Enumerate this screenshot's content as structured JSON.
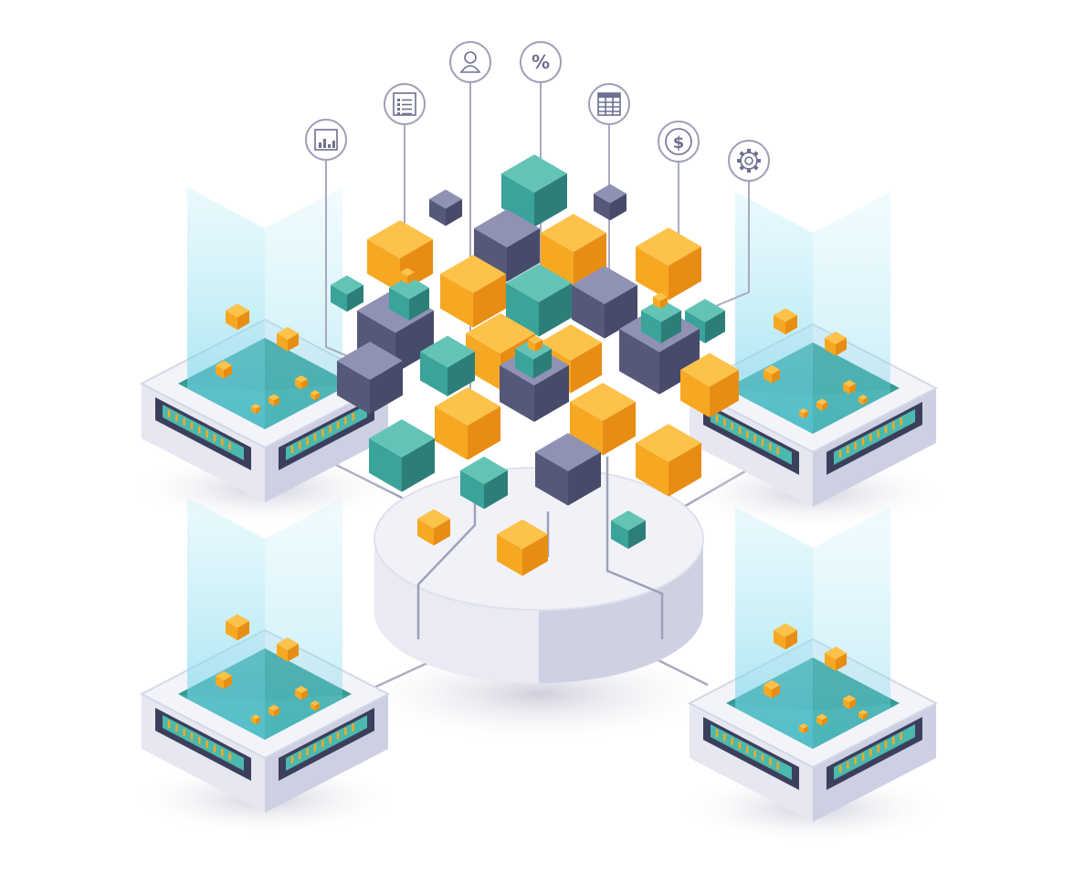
{
  "colors": {
    "background": "#ffffff",
    "teal": "#3aa39a",
    "teal_dark": "#2c7f78",
    "teal_light": "#63c4b6",
    "orange": "#f7a823",
    "orange_dark": "#e88d14",
    "orange_light": "#fcc24a",
    "slate": "#56587a",
    "slate_dark": "#474a68",
    "slate_light": "#8f92b4",
    "silver": "#e9eaf4",
    "silver_dark": "#b5b8cf",
    "glass": "#9fe3f3",
    "line": "#9ea1b8"
  },
  "icons": [
    {
      "name": "bar-chart-icon"
    },
    {
      "name": "document-list-icon"
    },
    {
      "name": "user-icon"
    },
    {
      "name": "percent-icon",
      "glyph": "%"
    },
    {
      "name": "spreadsheet-icon"
    },
    {
      "name": "dollar-icon",
      "glyph": "$"
    },
    {
      "name": "gear-icon"
    }
  ],
  "servers": [
    {
      "name": "server-top-left"
    },
    {
      "name": "server-top-right"
    },
    {
      "name": "server-bottom-left"
    },
    {
      "name": "server-bottom-right"
    }
  ]
}
